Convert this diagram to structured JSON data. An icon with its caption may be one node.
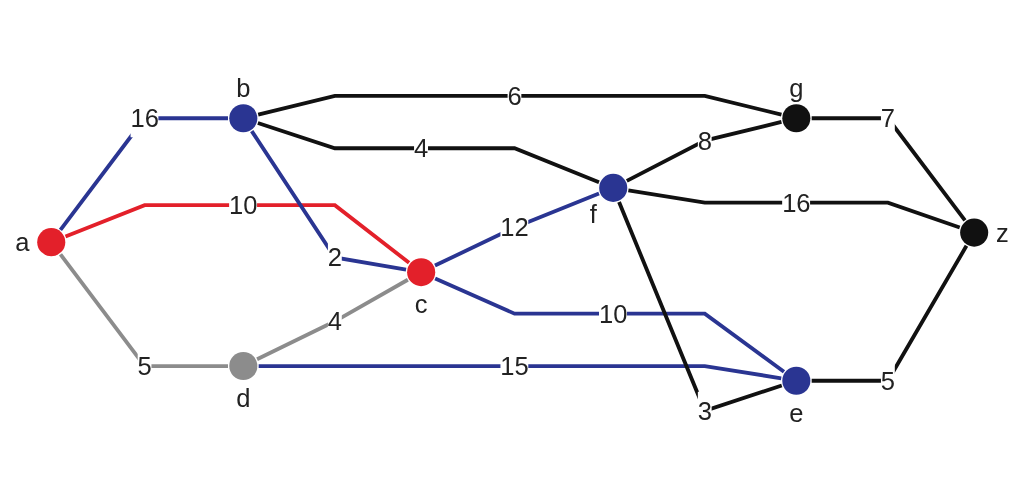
{
  "diagram": {
    "nodes": [
      {
        "text": [],
        "shape": "circle",
        "beside": [
          "a"
        ]
      },
      {
        "text": [],
        "shape": "circle",
        "beside": [
          "b"
        ]
      },
      {
        "text": [],
        "shape": "circle",
        "beside": [
          "c"
        ]
      },
      {
        "text": [],
        "shape": "circle",
        "beside": [
          "d"
        ]
      },
      {
        "text": [],
        "shape": "circle",
        "beside": [
          "e"
        ]
      },
      {
        "text": [],
        "shape": "circle",
        "beside": [
          "f"
        ]
      },
      {
        "text": [],
        "shape": "circle",
        "beside": [
          "g"
        ]
      },
      {
        "text": [],
        "shape": "circle",
        "beside": [
          "z"
        ]
      }
    ],
    "edges": [
      {
        "from": 0,
        "to": 1,
        "arrow": "none",
        "label": "16",
        "color": "#2a3592"
      },
      {
        "from": 0,
        "to": 2,
        "arrow": "none",
        "label": "10",
        "color": "#e3202a"
      },
      {
        "from": 0,
        "to": 3,
        "arrow": "none",
        "label": "5",
        "color": "#8c8c8c"
      },
      {
        "from": 1,
        "to": 2,
        "arrow": "none",
        "label": "2",
        "color": "#2a3592"
      },
      {
        "from": 3,
        "to": 2,
        "arrow": "none",
        "label": "4",
        "color": "#8c8c8c"
      },
      {
        "from": 1,
        "to": 6,
        "arrow": "none",
        "label": "6"
      },
      {
        "from": 1,
        "to": 5,
        "arrow": "none",
        "label": "4"
      },
      {
        "from": 2,
        "to": 5,
        "arrow": "none",
        "label": "12",
        "color": "#2a3592"
      },
      {
        "from": 2,
        "to": 4,
        "arrow": "none",
        "label": "10",
        "color": "#2a3592"
      },
      {
        "from": 3,
        "to": 4,
        "arrow": "none",
        "label": "15",
        "color": "#2a3592"
      },
      {
        "from": 5,
        "to": 6,
        "arrow": "none",
        "label": "8"
      },
      {
        "from": 5,
        "to": 4,
        "arrow": "none",
        "label": "3"
      },
      {
        "from": 6,
        "to": 7,
        "arrow": "none",
        "label": "7"
      },
      {
        "from": 5,
        "to": 7,
        "arrow": "none",
        "label": "16"
      },
      {
        "from": 4,
        "to": 7,
        "arrow": "none",
        "label": "5"
      }
    ]
  }
}
